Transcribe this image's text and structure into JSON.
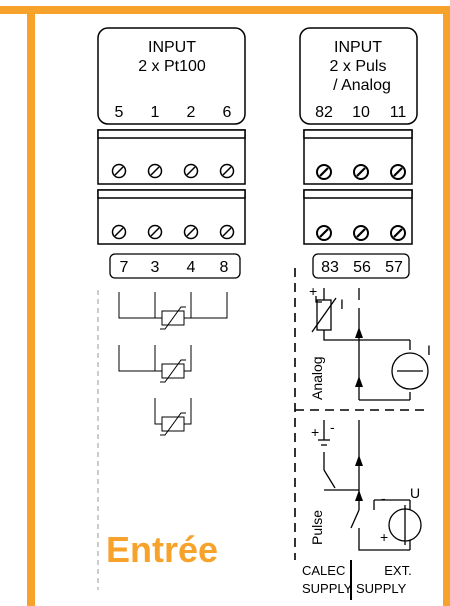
{
  "accent_color": "#f7a22a",
  "left_block": {
    "title_line1": "INPUT",
    "title_line2": "2 x Pt100",
    "top_terminals": [
      "5",
      "1",
      "2",
      "6"
    ],
    "bottom_terminals": [
      "7",
      "3",
      "4",
      "8"
    ]
  },
  "right_block": {
    "title_line1": "INPUT",
    "title_line2": "2 x Puls",
    "title_line3": "/ Analog",
    "top_terminals": [
      "82",
      "10",
      "11"
    ],
    "bottom_terminals": [
      "83",
      "56",
      "57"
    ]
  },
  "circuit_labels": {
    "analog": "Analog",
    "pulse": "Pulse",
    "current_symbol": "I",
    "voltage_symbol": "U",
    "plus": "+",
    "minus": "-"
  },
  "supply_labels": {
    "calec_line1": "CALEC",
    "calec_line2": "SUPPLY",
    "ext_line1": "EXT.",
    "ext_line2": "SUPPLY"
  },
  "caption": "Entrée"
}
